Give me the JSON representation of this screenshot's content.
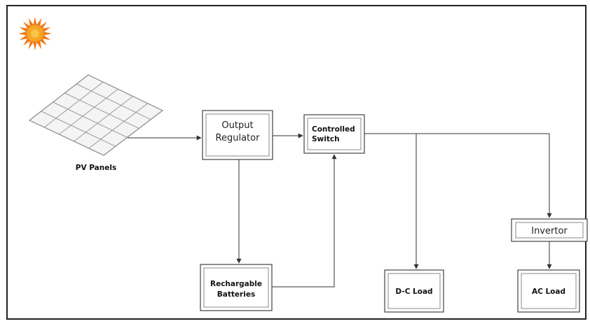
{
  "diagram": {
    "nodes": {
      "pv_panels": {
        "label": "PV Panels"
      },
      "output_regulator": {
        "label_line1": "Output",
        "label_line2": "Regulator"
      },
      "controlled_switch": {
        "label_line1": "Controlled",
        "label_line2": "Switch"
      },
      "batteries": {
        "label_line1": "Rechargable",
        "label_line2": "Batteries"
      },
      "dc_load": {
        "label": "D-C Load"
      },
      "invertor": {
        "label": "Invertor"
      },
      "ac_load": {
        "label": "AC Load"
      }
    },
    "edges": [
      {
        "from": "pv_panels",
        "to": "output_regulator"
      },
      {
        "from": "output_regulator",
        "to": "controlled_switch"
      },
      {
        "from": "output_regulator",
        "to": "batteries"
      },
      {
        "from": "batteries",
        "to": "controlled_switch"
      },
      {
        "from": "controlled_switch",
        "to": "dc_load"
      },
      {
        "from": "controlled_switch",
        "to": "invertor"
      },
      {
        "from": "invertor",
        "to": "ac_load"
      }
    ],
    "colors": {
      "sun_rays": "#f07a1a",
      "sun_core": "#f5a623",
      "border": "#222222",
      "wire": "#333333"
    },
    "icons": [
      "sun-icon",
      "solar-panel-icon"
    ]
  }
}
